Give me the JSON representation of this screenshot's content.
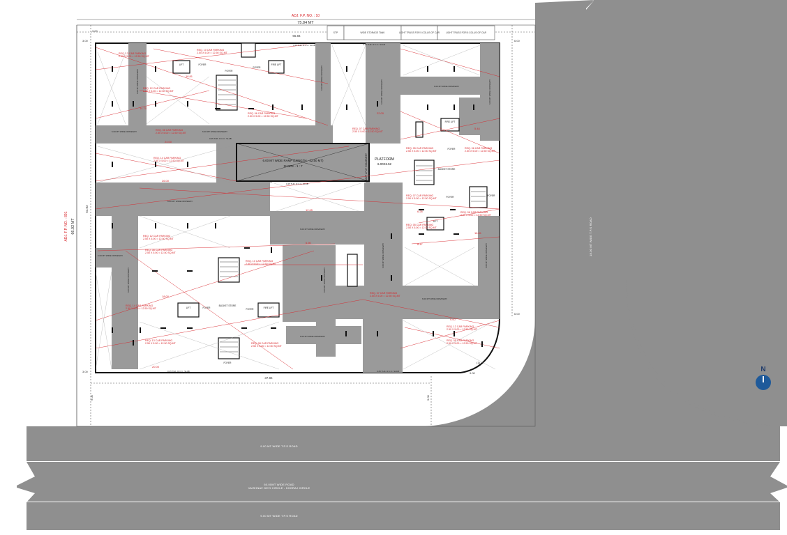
{
  "plot": {
    "adjacent_north": "ADJ. F.P. NO. : 10",
    "adjacent_west": "ADJ. F.P. NO. : 891",
    "width_total": "75.84 MT",
    "width_inner": "65.84",
    "width_bottom": "37.84",
    "depth_total": "66.02 MT",
    "depth_inner": "54.02",
    "margin_north": "3.00",
    "margin_east": "6.00",
    "margin_south": "3.00",
    "margin_south_east": "9.00",
    "margin_curve": "6.00",
    "margin_bottom_left": "9.00"
  },
  "roads": {
    "east": "18.00 MT WIDE T.P.S ROAD",
    "south_top": "9.00 MT WIDE T.P.S ROAD",
    "south_mid_1": "60.00MT WIDE ROAD",
    "south_mid_2": "VAISHNAV DEVI CIRCLE - KHORAJ CIRCLE",
    "south_bottom": "9.00 MT WIDE T.P.S ROAD"
  },
  "north_strip": {
    "cells": [
      "STP",
      "WIDE STORAGE TANK",
      "LIGHT TRUSS FOR 5 COLUS OF CAR",
      "LIGHT TRUSS FOR 5 COLUS OF CAR"
    ]
  },
  "labels": {
    "ramp_line1": "6.00 MT WIDE RAMP (LENGTH - 22.50 MT)",
    "ramp_line2": "SLOPE - 1 : 7",
    "ramp_side": "RAMP UP AT 3 BASEMENT",
    "platform_title": "PLATFORM",
    "platform_dims": "6.00X6.52",
    "driveway": "6.00 MT WIDE DRIVEWAY",
    "slab": "0.25 THK. R.C.C. SLAB",
    "lift": "LIFT",
    "fire_lift": "FIRE LIFT",
    "foyer": "FOYER",
    "bucket_store": "BUCKET STORE",
    "north_mark": "N",
    "note_1": "(1)",
    "parking_a": "REQ. 13 CAR PARKING",
    "parking_b": "REQ. 10 CAR PARKING",
    "parking_c": "REQ. 12 CAR PARKING",
    "parking_d": "REQ. 06 CAR PARKING",
    "parking_e": "REQ. 08 CAR PARKING",
    "parking_f": "REQ. 14 CAR PARKING",
    "parking_g": "REQ. 07 CAR PARKING",
    "parking_h": "REQ. 05 CAR PARKING",
    "parking_sub": "2.50 X 5.00 = 12.50 SQ.MT",
    "dim_a": "16.81",
    "dim_b": "14.70",
    "dim_c": "24.00",
    "dim_d": "26.00",
    "dim_e": "12.65",
    "dim_f": "8.47",
    "dim_g": "6.26",
    "dim_h": "5.44",
    "dim_i": "18.00",
    "dim_j": "20.00",
    "dim_k": "22.00",
    "dim_l": "9.00",
    "dim_m": "6.60"
  },
  "colors": {
    "road": "#8f8f8f",
    "driveway": "#9a9a9a",
    "annotation": "#d8262b",
    "wall": "#111111",
    "north_badge": "#1f5a9a"
  }
}
